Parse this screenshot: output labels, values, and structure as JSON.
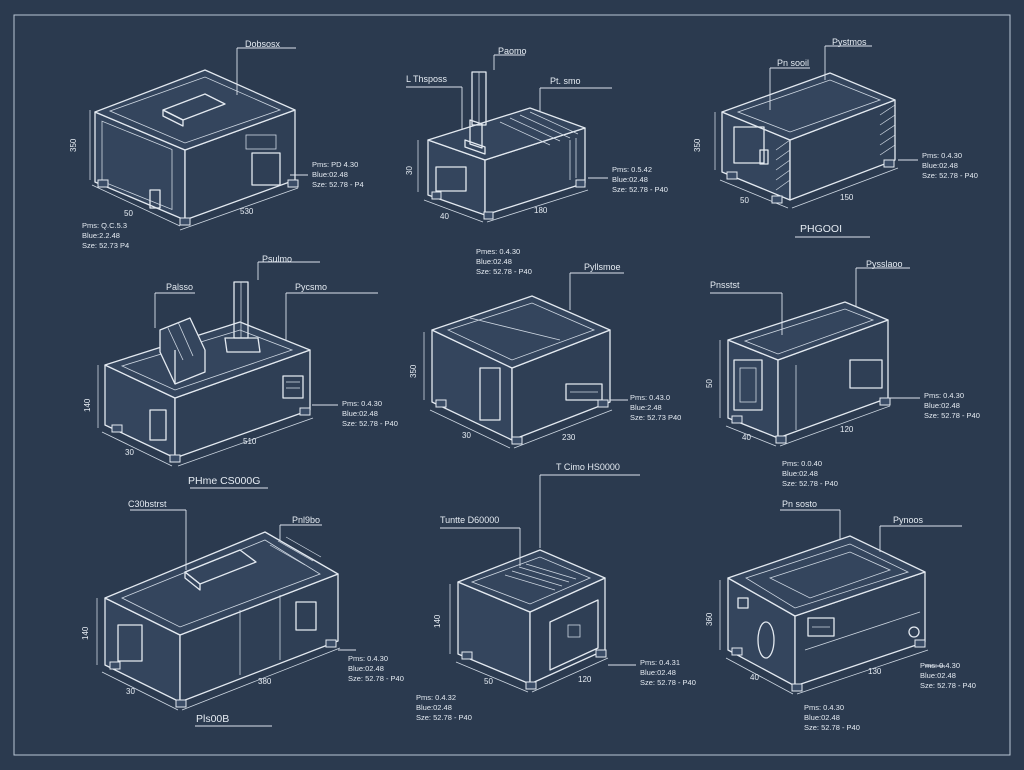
{
  "title": "",
  "colors": {
    "background": "#2b3a4f",
    "line": "#e3e9f0"
  },
  "units": [
    {
      "id": "unit1",
      "top_label": "Dobsosx",
      "height_dim": "350",
      "depth_dim": "50",
      "width_dim": "530",
      "note_right": [
        "Pms: PD 4.30",
        "Blue:02.48",
        "Sze: 52.78 - P4"
      ],
      "note_left": [
        "Pms: Q.C.5.3",
        "Blue:2.2.48",
        "Sze: 52.73 P4"
      ]
    },
    {
      "id": "unit2",
      "left_label": "L Thsposs",
      "top_label": "Paomo",
      "mid_label": "Pt. smo",
      "height_dim": "30",
      "depth_dim": "40",
      "width_dim": "180",
      "note_right": [
        "Pms: 0.5.42",
        "Blue:02.48",
        "Sze: 52.78 - P40"
      ]
    },
    {
      "id": "unit3",
      "top_label": "Pystmos",
      "mid_label": "Pn sooil",
      "height_dim": "350",
      "depth_dim": "50",
      "width_dim": "150",
      "note_right": [
        "Pms: 0.4.30",
        "Blue:02.48",
        "Sze: 52.78 - P40"
      ],
      "bottom_label": "PHGOOI"
    },
    {
      "id": "unit4",
      "top_label": "Psulmo",
      "left_label": "Palsso",
      "mid_label": "Pycsmo",
      "height_dim": "140",
      "depth_dim": "30",
      "width_dim": "510",
      "note_right": [
        "Pms: 0.4.30",
        "Blue:02.48",
        "Sze: 52.78 - P40"
      ],
      "bottom_label": "PHme CS000G"
    },
    {
      "id": "unit5",
      "top_note": [
        "Pmes: 0.4.30",
        "Blue:02.48",
        "Sze: 52.78 - P40"
      ],
      "top_label": "Pyllsmoe",
      "height_dim": "350",
      "depth_dim": "30",
      "width_dim": "230",
      "note_right": [
        "Pms: 0.43.0",
        "Blue:2.48",
        "Sze: 52.73 P40"
      ]
    },
    {
      "id": "unit6",
      "top_label": "Pysslaoo",
      "left_label": "Pnsstst",
      "height_dim": "50",
      "depth_dim": "40",
      "width_dim": "120",
      "note_right": [
        "Pms: 0.4.30",
        "Blue:02.48",
        "Sze: 52.78 - P40"
      ],
      "note_bottom": [
        "Pms: 0.0.40",
        "Blue:02.48",
        "Sze: 52.78 - P40"
      ]
    },
    {
      "id": "unit7",
      "top_label": "C30bstrst",
      "mid_label": "Pnl9bo",
      "height_dim": "140",
      "depth_dim": "30",
      "width_dim": "380",
      "note_right": [
        "Pms: 0.4.30",
        "Blue:02.48",
        "Sze: 52.78 - P40"
      ],
      "bottom_label": "Pls00B"
    },
    {
      "id": "unit8",
      "top_label": "T Cimo HS0000",
      "mid_label": "Tuntte D60000",
      "height_dim": "140",
      "depth_dim": "50",
      "width_dim": "120",
      "note_right": [
        "Pms: 0.4.31",
        "Blue:02.48",
        "Sze: 52.78 - P40"
      ],
      "note_bottom": [
        "Pms: 0.4.32",
        "Blue:02.48",
        "Sze: 52.78 - P40"
      ]
    },
    {
      "id": "unit9",
      "top_label": "Pn sosto",
      "mid_label": "Pynoos",
      "height_dim": "360",
      "depth_dim": "40",
      "width_dim": "130",
      "note_right": [
        "Pms: 0.4.30",
        "Blue:02.48",
        "Sze: 52.78 - P40"
      ],
      "note_bottom": [
        "Pms: 0.4.30",
        "Blue:02.48",
        "Sze: 52.78 - P40"
      ]
    }
  ]
}
